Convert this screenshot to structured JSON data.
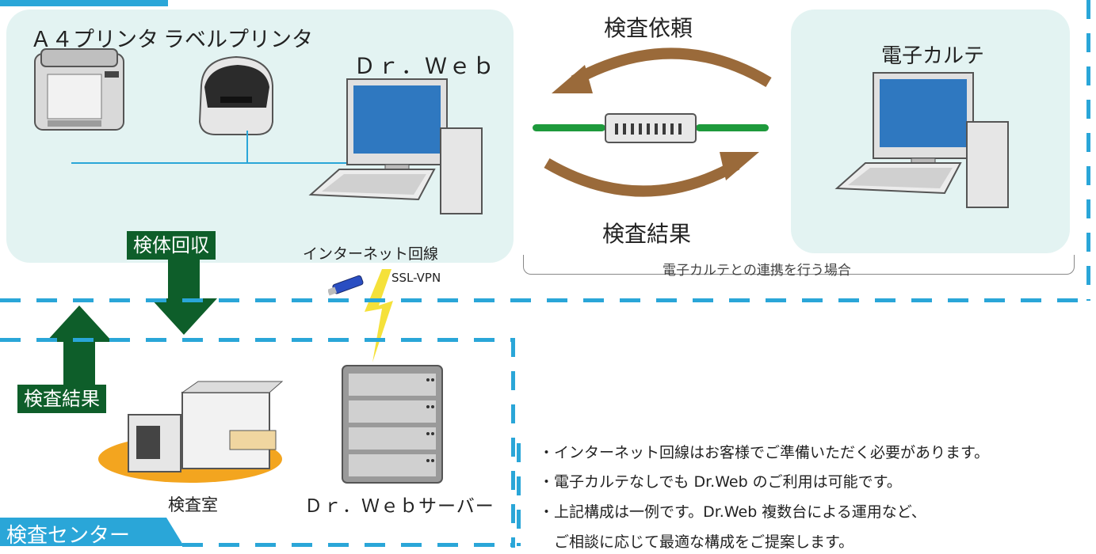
{
  "clinic": {
    "a4_printer_label": "Ａ４プリンタ",
    "label_printer_label": "ラベルプリンタ",
    "drweb_label": "Ｄｒ．Ｗｅｂ"
  },
  "emr": {
    "title": "電子カルテ",
    "request_label": "検査依頼",
    "result_label": "検査結果",
    "caption": "電子カルテとの連携を行う場合"
  },
  "connection": {
    "internet_label": "インターネット回線",
    "vpn_label": "SSL-VPN"
  },
  "flow": {
    "collect_label": "検体回収",
    "result_label": "検査結果"
  },
  "center": {
    "title": "検査センター",
    "lab_label": "検査室",
    "server_label": "Ｄｒ．Ｗｅｂサーバー"
  },
  "notes": [
    "・インターネット回線はお客様でご準備いただく必要があります。",
    "・電子カルテなしでも Dr.Web のご利用は可能です。",
    "・上記構成は一例です。Dr.Web 複数台による運用など、",
    "　ご相談に応じて最適な構成をご提案します。"
  ],
  "colors": {
    "dash_blue": "#2aa6d8",
    "panel_teal": "#e3f3f2",
    "arrow_green": "#0e5e2a",
    "curve_brown": "#9a6a3a",
    "link_green": "#1e9a3c",
    "lightning_yellow": "#f5e13a"
  }
}
